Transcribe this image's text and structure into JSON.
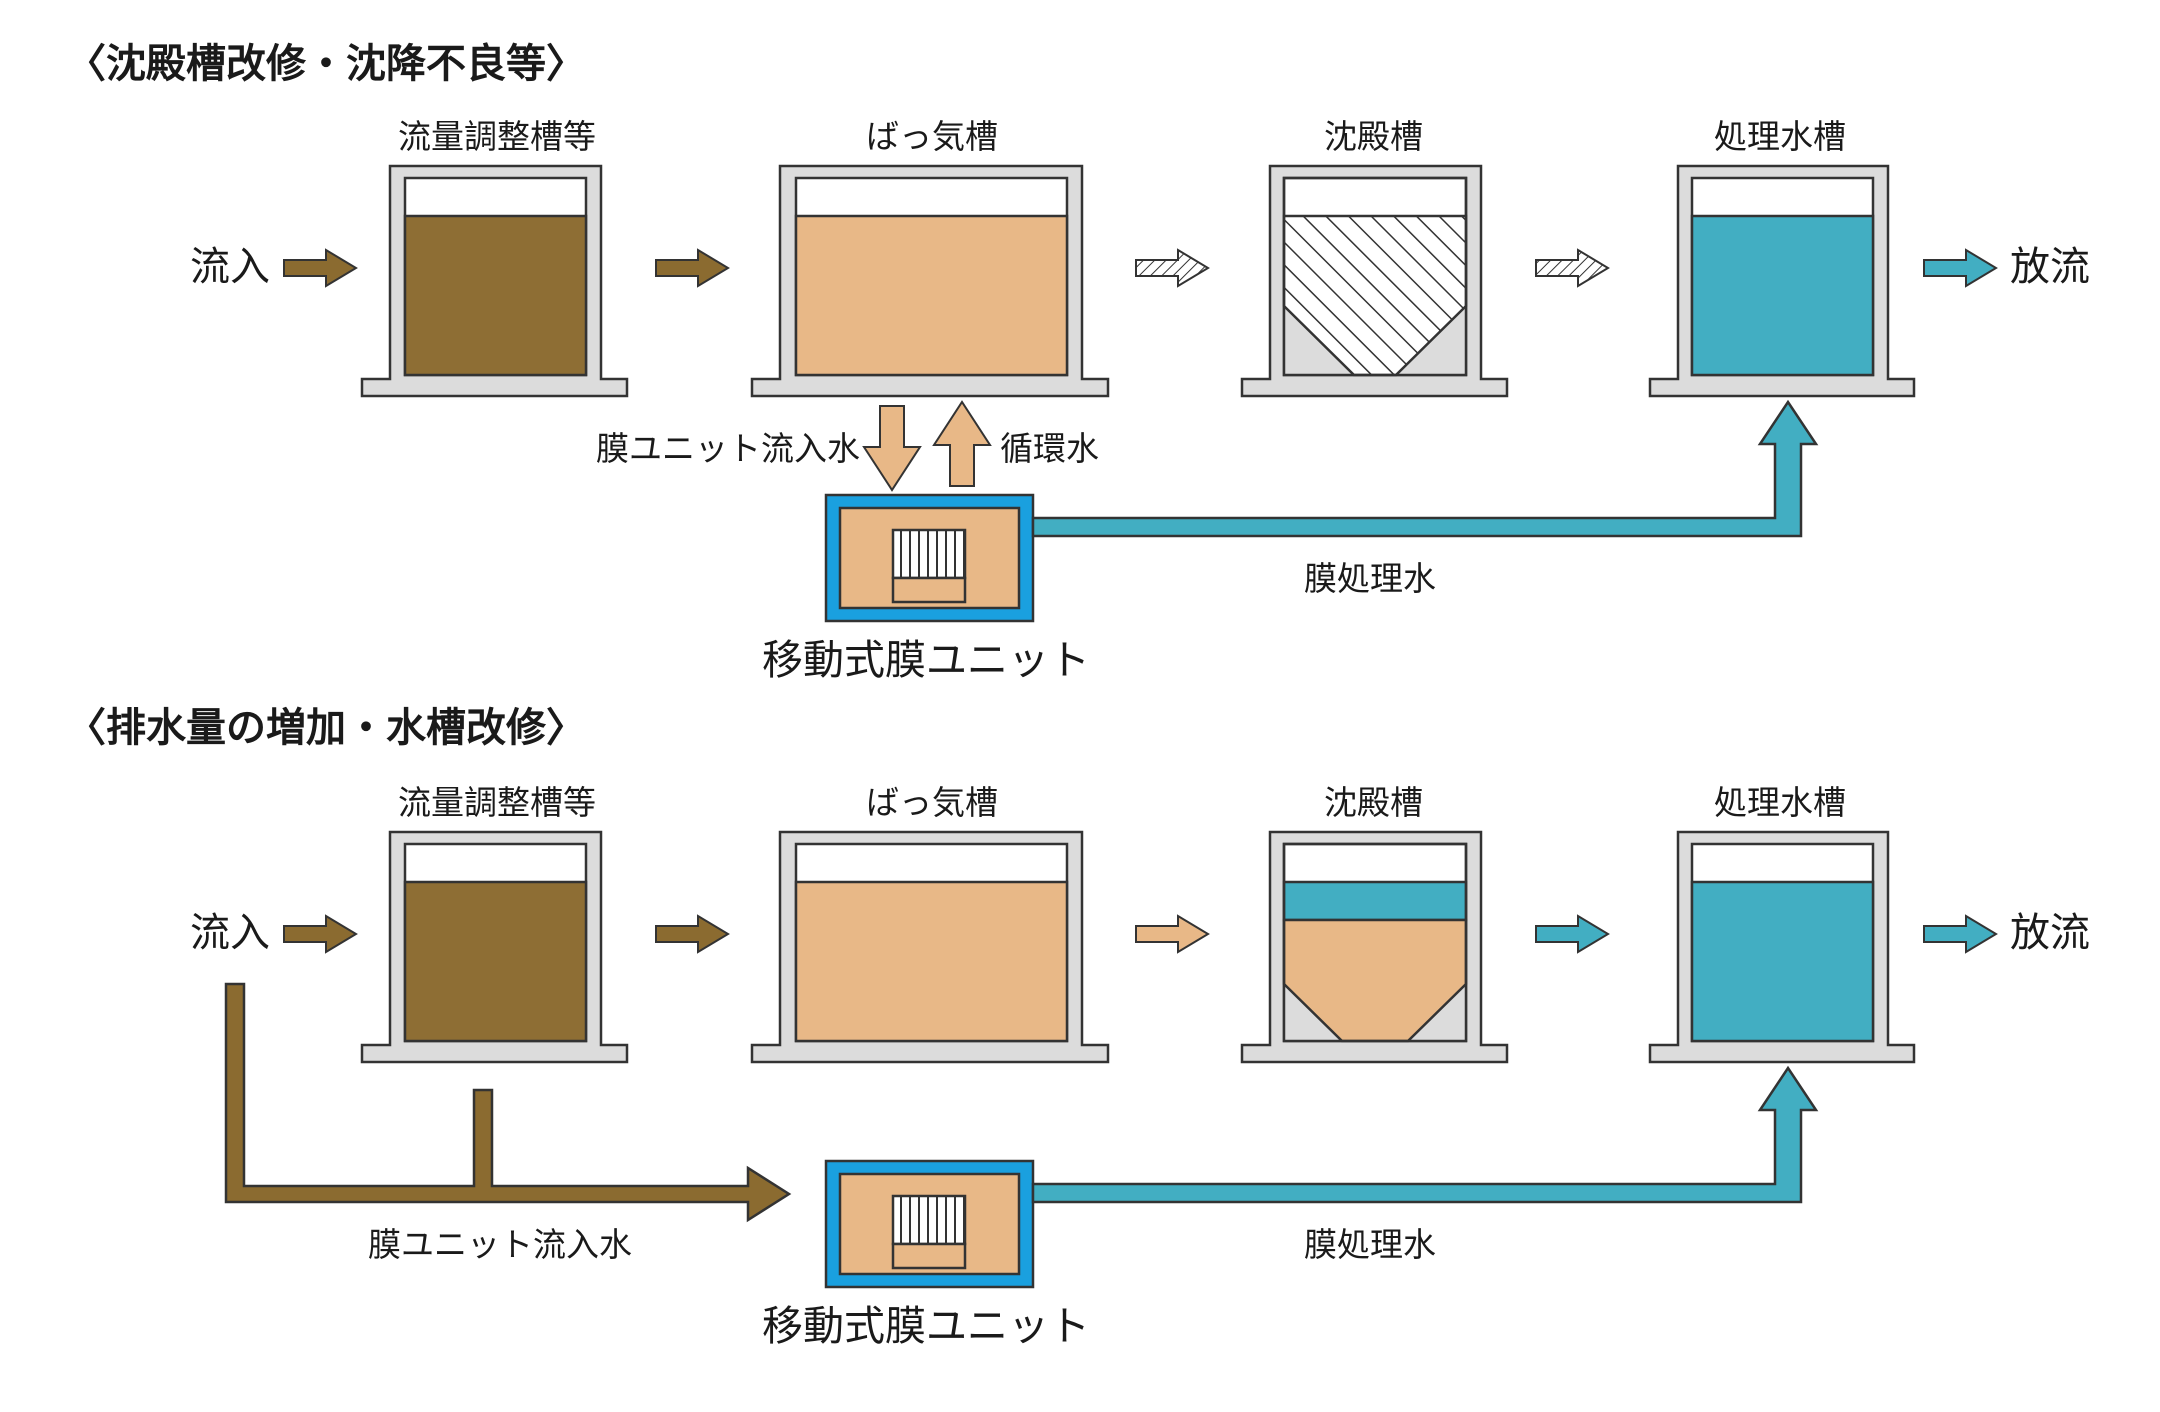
{
  "colors": {
    "brown": "#8b6b30",
    "sludge": "#8e6e34",
    "beige": "#e8b887",
    "teal": "#42aec2",
    "blue_frame": "#1aa0df",
    "gray": "#dcdcdc",
    "stroke": "#333333"
  },
  "section1": {
    "heading": "〈沈殿槽改修・沈降不良等〉",
    "inflow": "流入",
    "outflow": "放流",
    "tanks": [
      "流量調整槽等",
      "ばっ気槽",
      "沈殿槽",
      "処理水槽"
    ],
    "membrane_inflow": "膜ユニット流入水",
    "recirculation": "循環水",
    "membrane_treated": "膜処理水",
    "unit": "移動式膜ユニット"
  },
  "section2": {
    "heading": "〈排水量の増加・水槽改修〉",
    "inflow": "流入",
    "outflow": "放流",
    "tanks": [
      "流量調整槽等",
      "ばっ気槽",
      "沈殿槽",
      "処理水槽"
    ],
    "membrane_inflow": "膜ユニット流入水",
    "membrane_treated": "膜処理水",
    "unit": "移動式膜ユニット"
  }
}
